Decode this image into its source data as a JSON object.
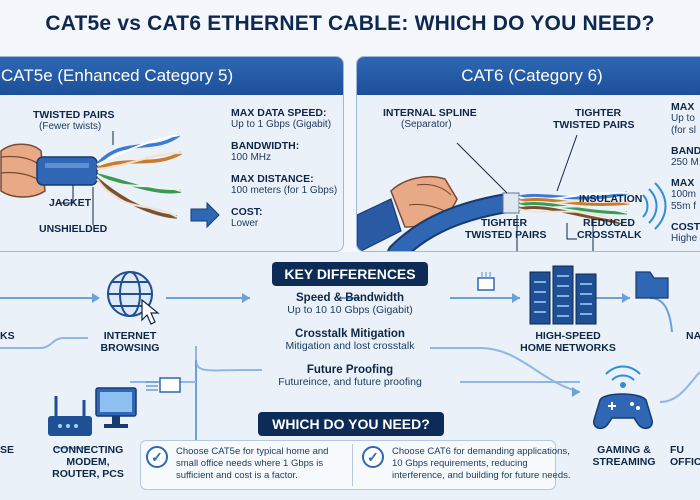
{
  "title": "CAT5e vs CAT6 ETHERNET CABLE: WHICH DO YOU NEED?",
  "cat5e": {
    "header": "CAT5e (Enhanced Category 5)",
    "callouts": {
      "twisted_pairs": "TWISTED PAIRS",
      "twisted_pairs_sub": "(Fewer twists)",
      "jacket": "JACKET",
      "unshielded": "UNSHIELDED"
    },
    "specs": [
      {
        "label": "MAX DATA SPEED:",
        "value": "Up to 1 Gbps (Gigabit)"
      },
      {
        "label": "BANDWIDTH:",
        "value": "100 MHz"
      },
      {
        "label": "MAX DISTANCE:",
        "value": "100 meters (for 1 Gbps)"
      },
      {
        "label": "COST:",
        "value": "Lower"
      }
    ]
  },
  "cat6": {
    "header": "CAT6 (Category 6)",
    "callouts": {
      "spline": "INTERNAL SPLINE",
      "spline_sub": "(Separator)",
      "tighter_top_1": "TIGHTER",
      "tighter_top_2": "TWISTED PAIRS",
      "insulation": "INSULATION",
      "tighter_bottom_1": "TIGHTER",
      "tighter_bottom_2": "TWISTED PAIRS",
      "reduced_1": "REDUCED",
      "reduced_2": "CROSSTALK"
    },
    "specs": [
      {
        "label": "MAX",
        "value1": "Up to",
        "value2": "(for sl"
      },
      {
        "label": "BAND",
        "value1": "250 M"
      },
      {
        "label": "MAX",
        "value1": "100m",
        "value2": "55m f"
      },
      {
        "label": "COST",
        "value1": "Highe"
      }
    ]
  },
  "key_differences": {
    "heading": "KEY DIFFERENCES",
    "items": [
      {
        "title": "Speed & Bandwidth",
        "detail": "Up to 10 10 Gbps (Gigabit)"
      },
      {
        "title": "Crosstalk Mitigation",
        "detail": "Mitigation and lost crosstalk"
      },
      {
        "title": "Future Proofing",
        "detail": "Futureince, and future proofing"
      }
    ]
  },
  "nodes": {
    "left_edge": "KS",
    "internet_1": "INTERNET",
    "internet_2": "BROWSING",
    "se": "SE",
    "modem_1": "CONNECTING",
    "modem_2": "MODEM,",
    "modem_3": "ROUTER, PCS",
    "home_1": "HIGH-SPEED",
    "home_2": "HOME NETWORKS",
    "na": "NA",
    "gaming_1": "GAMING &",
    "gaming_2": "STREAMING",
    "fu_1": "FU",
    "fu_2": "OFFIC"
  },
  "which": {
    "heading": "WHICH DO YOU NEED?",
    "cat5e_lines": [
      "Choose CAT5e for typical home and",
      "small office needs where 1 Gbps is",
      "sufficient and cost is a factor."
    ],
    "cat6_lines": [
      "Choose CAT6 for demanding applications,",
      "10 Gbps requirements, reducing",
      "interference, and building for future needs."
    ],
    "check_glyph": "✓"
  },
  "colors": {
    "navy": "#0d2b57",
    "blue": "#2f67b4",
    "light": "#eaf1f9",
    "line": "#6d9fd8"
  },
  "icons": [
    "hand-icon",
    "cable-icon",
    "arrow-right-icon",
    "globe-icon",
    "cursor-icon",
    "router-icon",
    "monitor-icon",
    "server-icon",
    "folder-icon",
    "gamepad-icon",
    "wifi-icon",
    "chip-icon",
    "checkmark-icon",
    "signal-waves-icon"
  ]
}
